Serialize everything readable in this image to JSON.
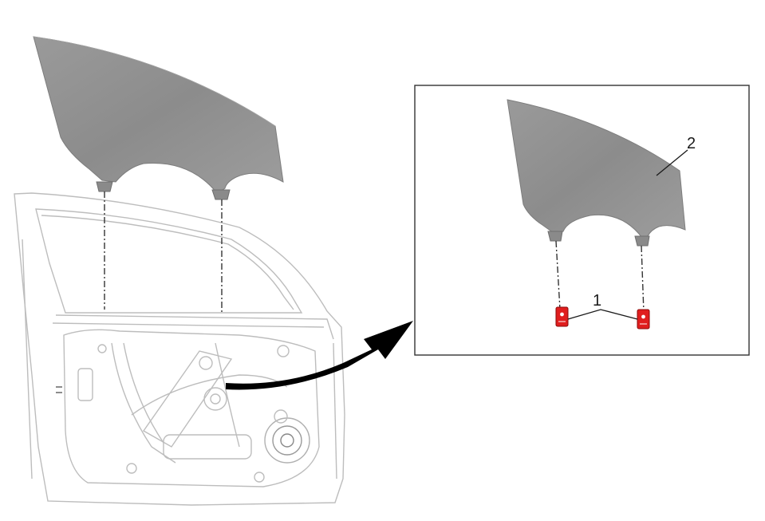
{
  "diagram": {
    "callouts": [
      {
        "id": "1",
        "label": "1"
      },
      {
        "id": "2",
        "label": "2"
      }
    ],
    "colors": {
      "glass": "#8e8e8e",
      "glass_light": "#a3a3a3",
      "clip_highlight": "#e01e1e",
      "door_line": "#bdbdbd",
      "arrow": "#000000",
      "detail_border": "#333333"
    }
  }
}
